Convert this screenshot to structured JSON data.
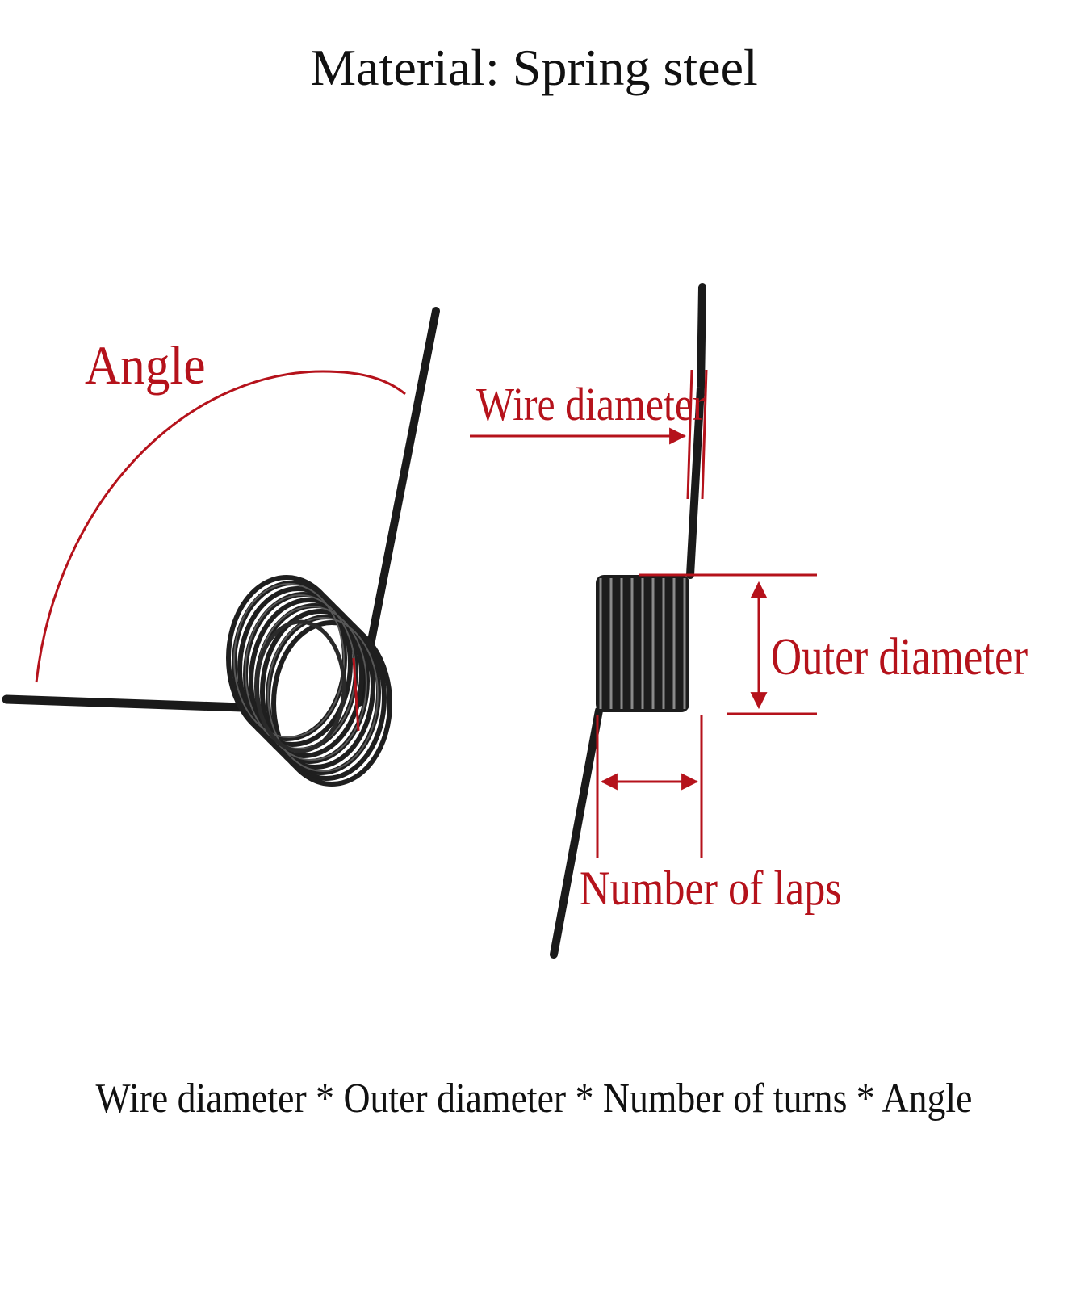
{
  "title": "Material: Spring steel",
  "labels": {
    "angle": "Angle",
    "wire_diameter": "Wire diameter",
    "outer_diameter": "Outer diameter",
    "number_of_laps": "Number of laps"
  },
  "formula": "Wire diameter * Outer diameter * Number of turns * Angle",
  "colors": {
    "annotation": "#b5121b",
    "spring": "#1a1a1a",
    "text": "#111111"
  }
}
